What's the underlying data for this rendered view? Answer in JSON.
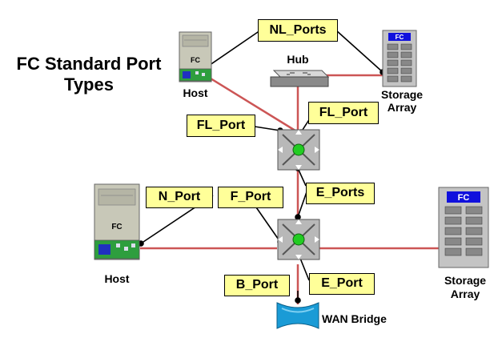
{
  "title": "FC Standard Port Types",
  "labels": {
    "nl_ports": "NL_Ports",
    "fl_port_left": "FL_Port",
    "fl_port_right": "FL_Port",
    "n_port": "N_Port",
    "f_port": "F_Port",
    "e_ports": "E_Ports",
    "e_port": "E_Port",
    "b_port": "B_Port"
  },
  "devices": {
    "host_top": "Host",
    "host_bottom": "Host",
    "hub": "Hub",
    "storage_top_line1": "Storage",
    "storage_top_line2": "Array",
    "storage_bottom_line1": "Storage",
    "storage_bottom_line2": "Array",
    "wan_bridge": "WAN Bridge",
    "fc_tag": "FC"
  },
  "colors": {
    "link": "#cc5555",
    "callout_fill": "#ffff99",
    "switch_green": "#22cc22",
    "device_gray": "#c8c8b8",
    "fc_badge": "#1010dd",
    "wan_blue": "#1a9bd6"
  }
}
